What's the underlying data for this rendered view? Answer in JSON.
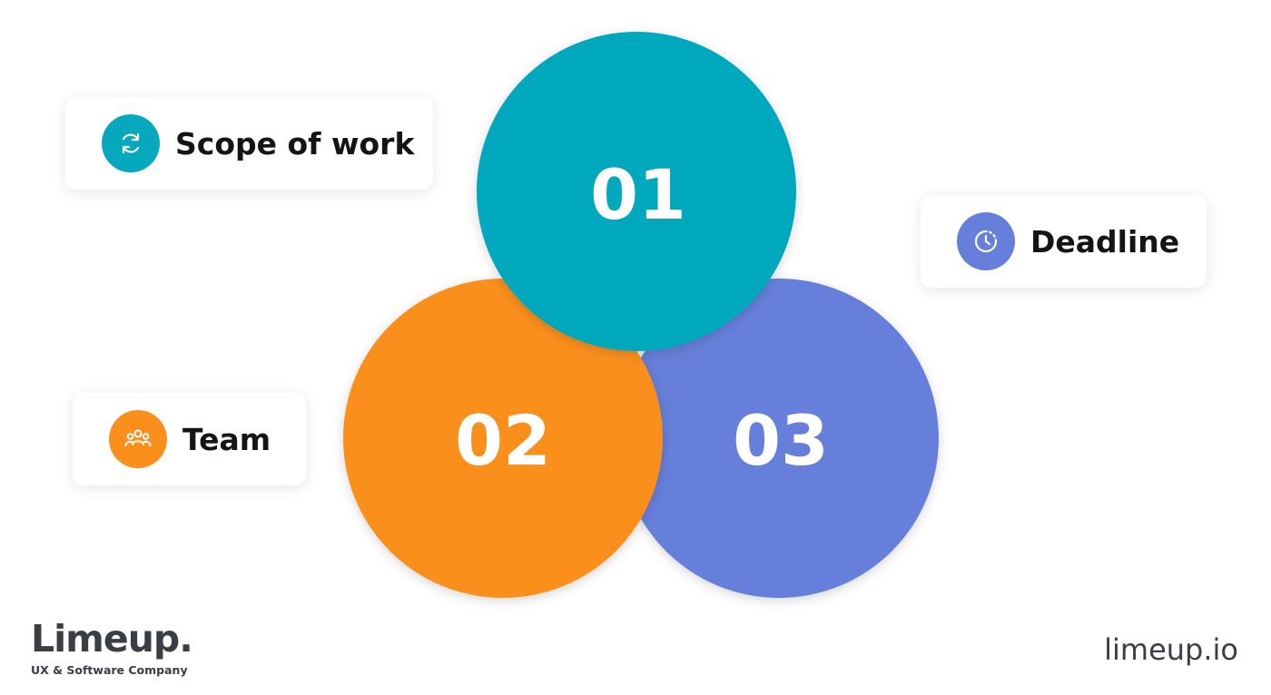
{
  "diagram": {
    "circles": [
      {
        "number": "01",
        "color": "#05a8bd"
      },
      {
        "number": "02",
        "color": "#fa8f1c"
      },
      {
        "number": "03",
        "color": "#667fda"
      }
    ]
  },
  "cards": {
    "scope": {
      "label": "Scope of work",
      "icon": "refresh-icon",
      "color": "#05a8bd"
    },
    "deadline": {
      "label": "Deadline",
      "icon": "clock-icon",
      "color": "#667fda"
    },
    "team": {
      "label": "Team",
      "icon": "people-icon",
      "color": "#fa8f1c"
    }
  },
  "branding": {
    "logo": "Limeup.",
    "tagline": "UX & Software Company",
    "website": "limeup.io"
  }
}
